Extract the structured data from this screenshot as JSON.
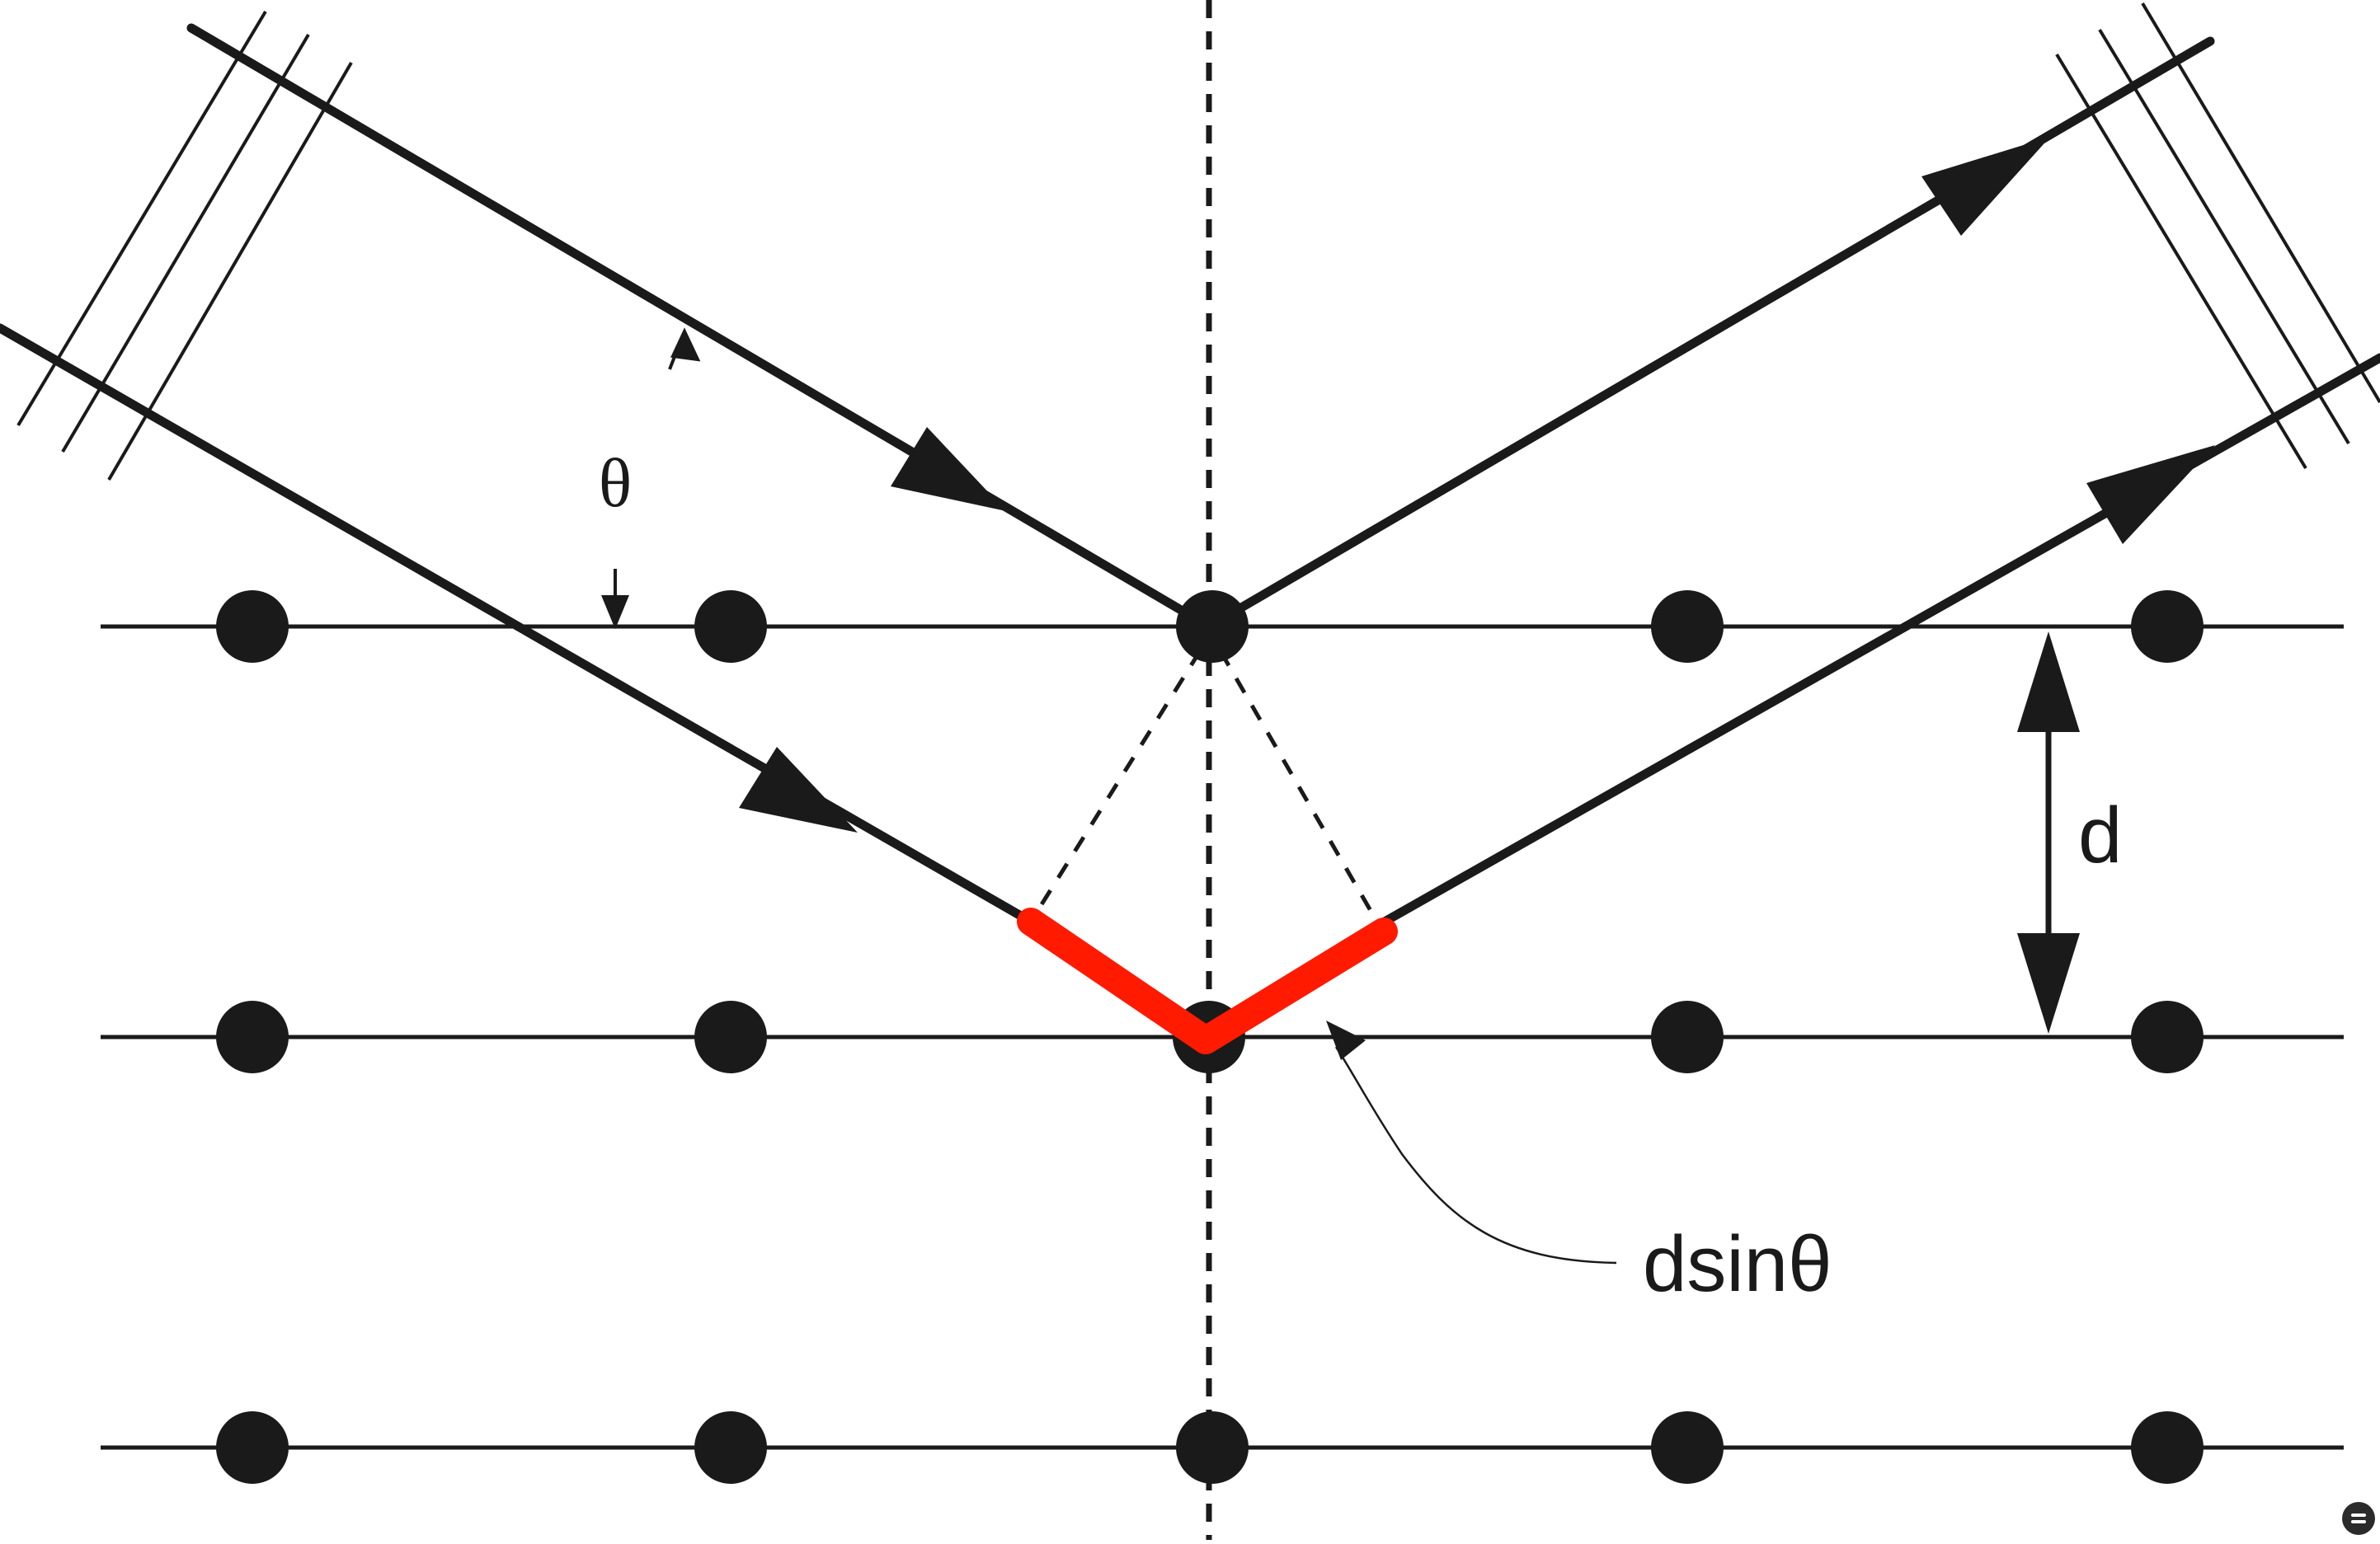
{
  "labels": {
    "theta": "θ",
    "spacing": "d",
    "path_difference": "dsinθ"
  },
  "colors": {
    "ink": "#1a1a1a",
    "path_difference_highlight": "#ff1a00",
    "background": "#ffffff"
  },
  "icons": {
    "corner": "lens-icon"
  }
}
